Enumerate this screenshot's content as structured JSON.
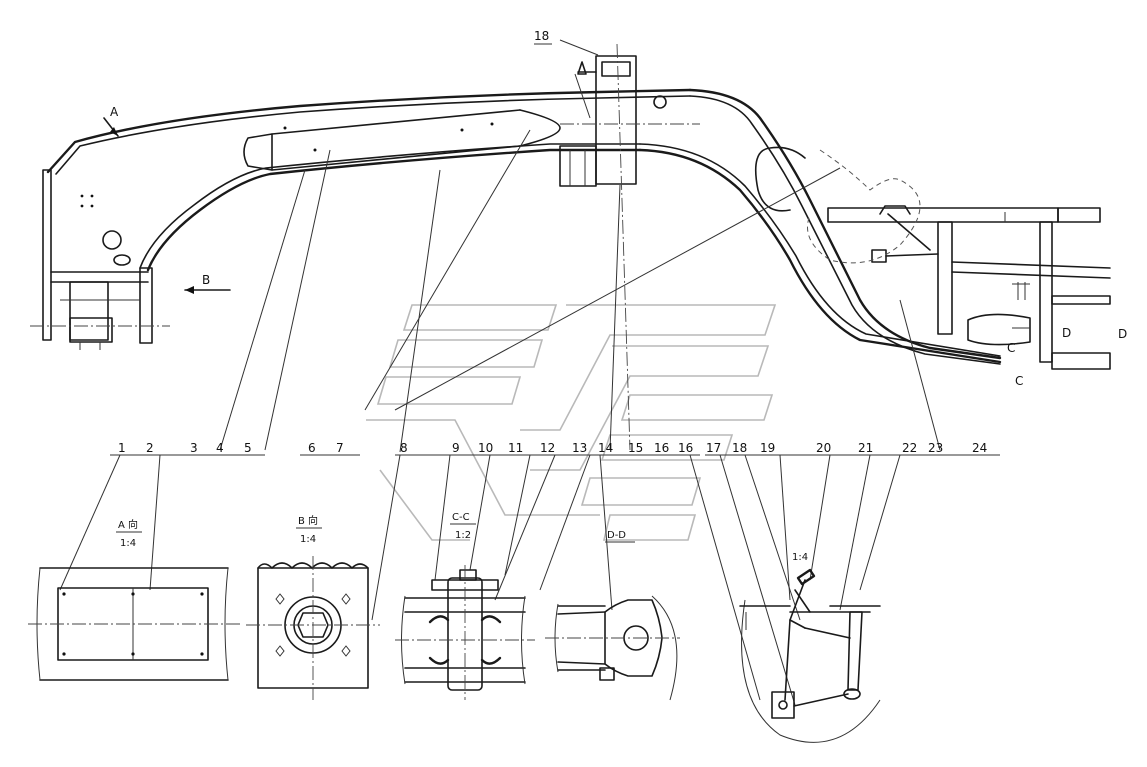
{
  "callouts": [
    "1",
    "2",
    "3",
    "4",
    "5",
    "6",
    "7",
    "8",
    "9",
    "10",
    "11",
    "12",
    "13",
    "14",
    "15",
    "16",
    "17",
    "18",
    "19",
    "20",
    "21",
    "22",
    "23",
    "24"
  ],
  "detail_callout": "18",
  "views": {
    "a_title": "A 向",
    "a_scale": "1:4",
    "b_title": "B 向",
    "b_scale": "1:4",
    "c_title": "C-C",
    "c_scale": "1:2",
    "d_title": "D-D",
    "e_scale": "1:4"
  },
  "markers": {
    "a": "A",
    "b": "B",
    "c": "C",
    "d": "D",
    "d_low": "D",
    "c_low": "C"
  }
}
